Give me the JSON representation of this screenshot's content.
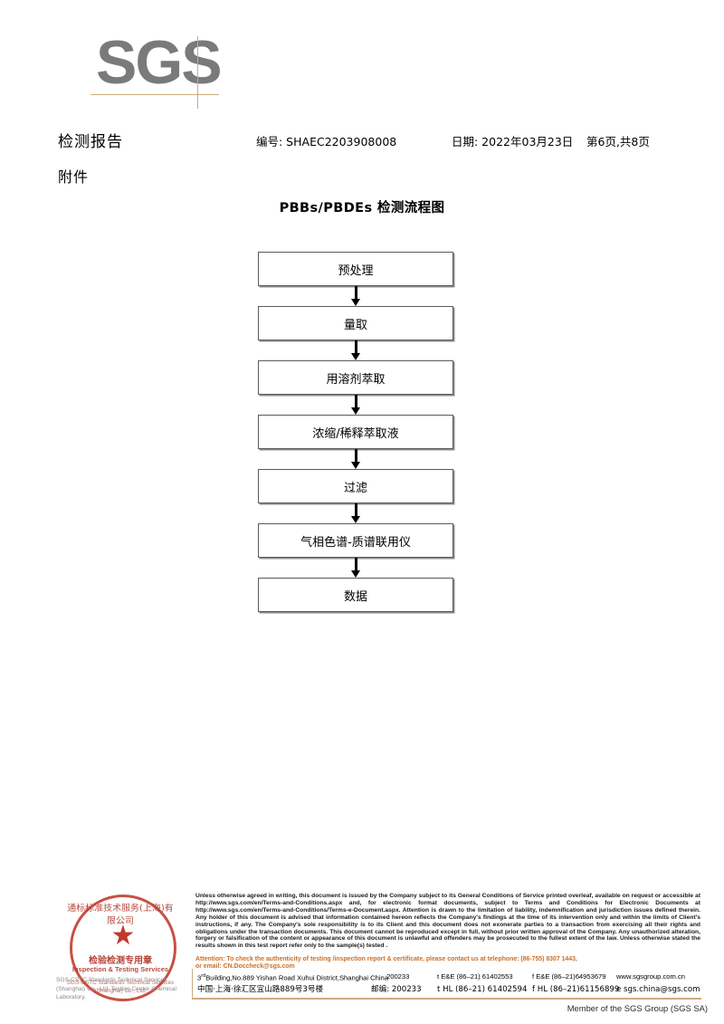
{
  "logo": {
    "text": "SGS",
    "line_color": "#cdab82",
    "text_color": "#7a7a7a"
  },
  "header": {
    "title": "检测报告",
    "attachment": "附件",
    "number": "编号: SHAEC2203908008",
    "date": "日期: 2022年03月23日",
    "page": "第6页,共8页"
  },
  "flowchart": {
    "title": "PBBs/PBDEs 检测流程图",
    "nodes": [
      {
        "label": "预处理"
      },
      {
        "label": "量取"
      },
      {
        "label": "用溶剂萃取"
      },
      {
        "label": "浓缩/稀释萃取液"
      },
      {
        "label": "过滤"
      },
      {
        "label": "气相色谱-质谱联用仪"
      },
      {
        "label": "数据"
      }
    ]
  },
  "stamp": {
    "chinese_arc": "通标标准技术服务(上海)有限公司",
    "chinese_mid": "检验检测专用章",
    "english_arc": "Inspection & Testing Services",
    "english_lower": "SGS-CSTC Standards Technical Services (Shanghai) Co., Ltd.",
    "star": "★",
    "color": "#c0392b"
  },
  "lab_name": "SGS-CSTC Standards Technical Services (Shanghai) Co., Ltd. Testing Center-Chemical Laboratory.",
  "legal": {
    "body": "Unless otherwise agreed in writing, this document is issued by the Company subject to its General Conditions of Service printed overleaf, available on request or accessible at http://www.sgs.com/en/Terms-and-Conditions.aspx and, for electronic format documents, subject to Terms and Conditions for Electronic Documents at http://www.sgs.com/en/Terms-and-Conditions/Terms-e-Document.aspx. Attention is drawn to the limitation of liability, indemnification and jurisdiction issues defined therein. Any holder of this document is advised that information contained hereon reflects the Company's findings at the time of its intervention only and within the limits of Client's instructions, if any. The Company's sole responsibility is to its Client and this document does not exonerate parties to a transaction from exercising all their rights and obligations under the transaction documents. This document cannot be reproduced except in full, without prior written approval of the Company. Any unauthorized alteration, forgery or falsification of the content or appearance of this document is unlawful and offenders may be prosecuted to the fullest extent of the law. Unless otherwise stated the results shown in this test report refer only to the sample(s) tested .",
    "attention_line1": "Attention: To check the authenticity of testing /inspection report & certificate, please contact us at telephone: (86-755) 8307 1443,",
    "attention_line2": "or email: CN.Doccheck@sgs.com",
    "attention_color": "#c8702a"
  },
  "address": {
    "en_address": "Building,No.889 Yishan Road Xuhui District,Shanghai China",
    "en_prefix": "3",
    "en_sup": "rd",
    "en_postcode": "200233",
    "en_tel": "t E&E (86–21) 61402553",
    "en_fax": "f E&E (86–21)64953679",
    "en_web": "www.sgsgroup.com.cn",
    "cn_address": "中国·上海·徐汇区宜山路889号3号楼",
    "cn_postcode_label": "邮编: 200233",
    "cn_tel": "t HL (86–21) 61402594",
    "cn_fax": "f HL (86–21)61156899",
    "cn_email": "e sgs.china@sgs.com"
  },
  "member_line": "Member of the SGS Group (SGS SA)"
}
